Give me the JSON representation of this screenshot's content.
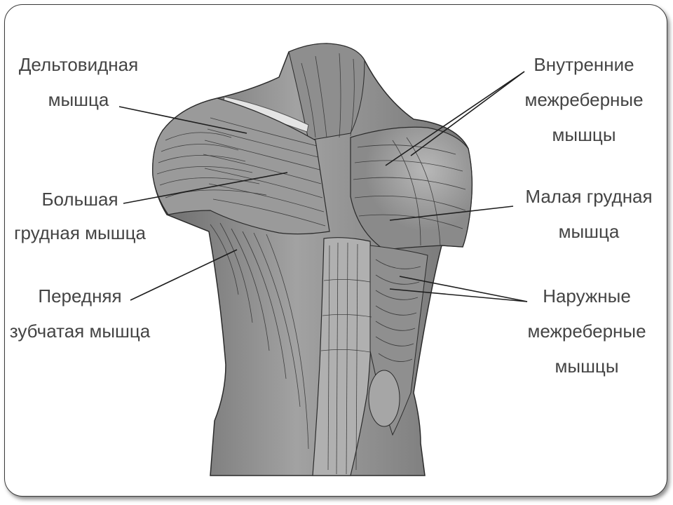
{
  "labels": {
    "deltoid": [
      "Дельтовидная",
      "мышца"
    ],
    "pectoralis_major": [
      "Большая",
      "грудная мышца"
    ],
    "serratus_anterior": [
      "Передняя",
      "зубчатая мышца"
    ],
    "internal_intercostals": [
      "Внутренние",
      "межреберные",
      "мышцы"
    ],
    "pectoralis_minor": [
      "Малая грудная",
      "мышца"
    ],
    "external_intercostals": [
      "Наружные",
      "межреберные",
      "мышцы"
    ]
  },
  "colors": {
    "muscle_light": "#9c9c9c",
    "muscle_dark": "#5e5e5e",
    "fiber": "#2e2e2e",
    "leader": "#1e1e1e",
    "text": "#444444"
  }
}
